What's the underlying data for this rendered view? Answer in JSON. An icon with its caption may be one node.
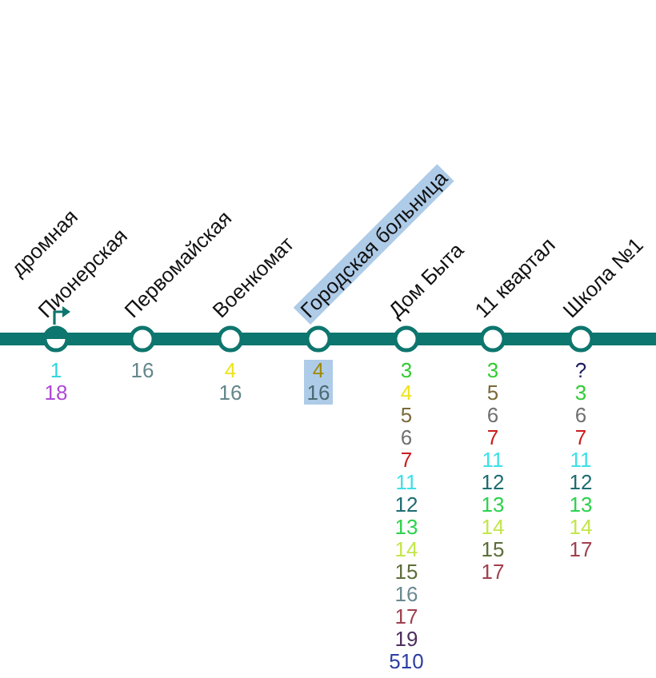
{
  "diagram": {
    "nodes": [
      {
        "text": [
          "Пионерская"
        ],
        "beside": [
          "1",
          "18"
        ]
      },
      {
        "text": [
          "Первомайская"
        ],
        "beside": [
          "16"
        ]
      },
      {
        "text": [
          "Военкомат"
        ],
        "beside": [
          "4",
          "16"
        ]
      },
      {
        "text": [
          "Городская больница"
        ],
        "beside": [
          "4",
          "16"
        ]
      },
      {
        "text": [
          "Дом Быта"
        ],
        "beside": [
          "3",
          "4",
          "5",
          "6",
          "7",
          "11",
          "12",
          "13",
          "14",
          "15",
          "16",
          "17",
          "19",
          "510"
        ]
      },
      {
        "text": [
          "11 квартал"
        ],
        "beside": [
          "3",
          "5",
          "6",
          "7",
          "11",
          "12",
          "13",
          "14",
          "15",
          "17"
        ]
      },
      {
        "text": [
          "Школа №1"
        ],
        "beside": [
          "?",
          "3",
          "6",
          "7",
          "11",
          "12",
          "13",
          "14",
          "17"
        ]
      }
    ],
    "edges": [
      {
        "from": null,
        "to": 0,
        "arrow": "none"
      },
      {
        "from": 0,
        "to": 1,
        "arrow": "none"
      },
      {
        "from": 1,
        "to": 2,
        "arrow": "none"
      },
      {
        "from": 2,
        "to": 3,
        "arrow": "none"
      },
      {
        "from": 3,
        "to": 4,
        "arrow": "none"
      },
      {
        "from": 4,
        "to": 5,
        "arrow": "none"
      },
      {
        "from": 5,
        "to": 6,
        "arrow": "none"
      },
      {
        "from": 6,
        "to": null,
        "arrow": "none"
      }
    ],
    "labels": [
      "дромная"
    ]
  }
}
